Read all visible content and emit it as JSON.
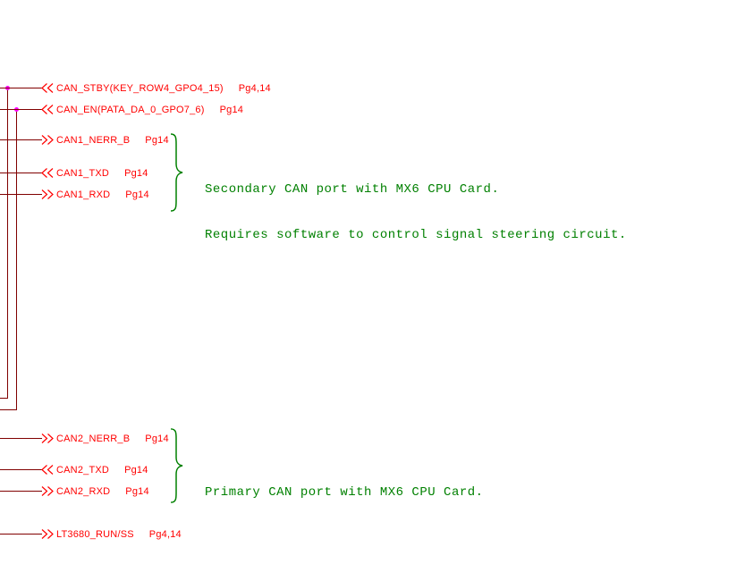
{
  "signals": [
    {
      "label": "CAN_STBY(KEY_ROW4_GPO4_15)",
      "pages": "Pg4,14",
      "direction": "left",
      "icon": "double-chevron-left-icon"
    },
    {
      "label": "CAN_EN(PATA_DA_0_GPO7_6)",
      "pages": "Pg14",
      "direction": "left",
      "icon": "double-chevron-left-icon"
    },
    {
      "label": "CAN1_NERR_B",
      "pages": "Pg14",
      "direction": "right",
      "icon": "double-chevron-right-icon"
    },
    {
      "label": "CAN1_TXD",
      "pages": "Pg14",
      "direction": "left",
      "icon": "double-chevron-left-icon"
    },
    {
      "label": "CAN1_RXD",
      "pages": "Pg14",
      "direction": "right",
      "icon": "double-chevron-right-icon"
    },
    {
      "label": "CAN2_NERR_B",
      "pages": "Pg14",
      "direction": "right",
      "icon": "double-chevron-right-icon"
    },
    {
      "label": "CAN2_TXD",
      "pages": "Pg14",
      "direction": "left",
      "icon": "double-chevron-left-icon"
    },
    {
      "label": "CAN2_RXD",
      "pages": "Pg14",
      "direction": "right",
      "icon": "double-chevron-right-icon"
    },
    {
      "label": "LT3680_RUN/SS",
      "pages": "Pg4,14",
      "direction": "right",
      "icon": "double-chevron-right-icon"
    }
  ],
  "annotations": {
    "secondary": [
      "Secondary CAN port with MX6 CPU Card.",
      "Requires software to control signal steering circuit."
    ],
    "primary": [
      "Primary CAN port with MX6 CPU Card."
    ]
  },
  "colors": {
    "wire": "#800000",
    "net_label": "#ff0000",
    "annotation": "#008000",
    "junction": "#ff00ff",
    "background": "#ffffff"
  }
}
